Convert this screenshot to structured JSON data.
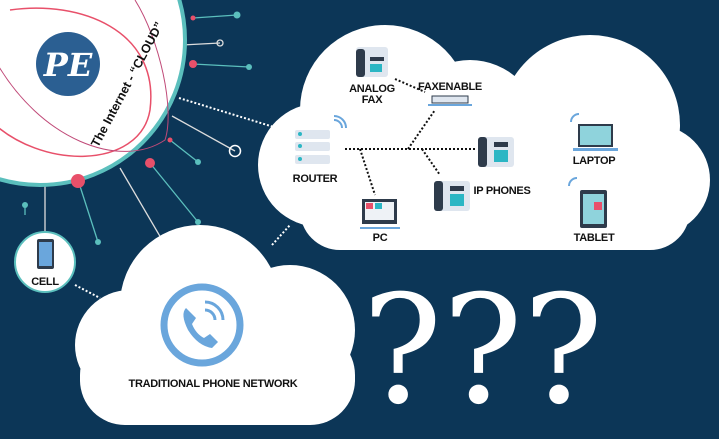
{
  "logo": {
    "text": "PE"
  },
  "internet_cloud": {
    "label": "The Internet - “CLOUD”"
  },
  "devices": {
    "analog_fax": {
      "line1": "ANALOG",
      "line2": "FAX"
    },
    "faxenable": "FAXENABLE",
    "router": "ROUTER",
    "pc": "PC",
    "ip_phones": "IP PHONES",
    "laptop": "LAPTOP",
    "tablet": "TABLET",
    "cell": "CELL"
  },
  "phone_network": {
    "label": "TRADITIONAL PHONE NETWORK"
  },
  "question": "???",
  "colors": {
    "background": "#0c3657",
    "accent_teal": "#5bbfbd",
    "accent_pink": "#e8506a",
    "logo_blue": "#2b5f92",
    "icon_blue": "#6aa6dc"
  }
}
